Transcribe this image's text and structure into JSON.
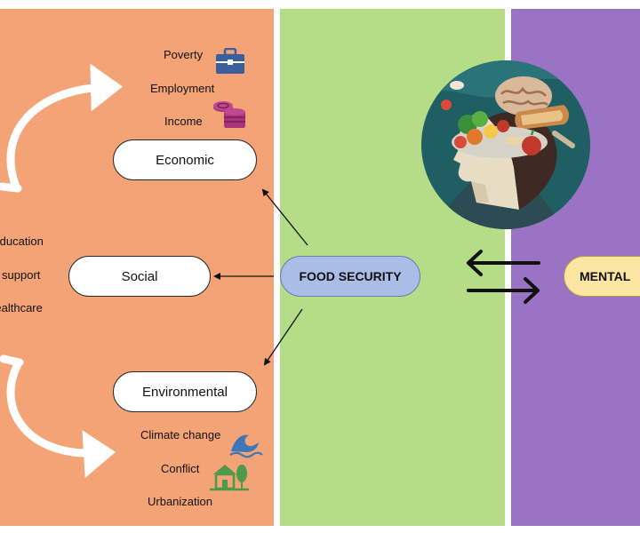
{
  "center": {
    "label": "FOOD SECURITY",
    "color": "#a9bde6"
  },
  "outcome": {
    "label": "MENTAL",
    "color": "#fbe5a0"
  },
  "panels": {
    "left_color": "#f3a375",
    "middle_color": "#b5dc87",
    "right_color": "#9b73c4"
  },
  "determinants": {
    "economic": {
      "label": "Economic",
      "items": [
        "Poverty",
        "Employment",
        "Income"
      ]
    },
    "social": {
      "label": "Social",
      "items": [
        "Education",
        "Social support",
        "Healthcare"
      ]
    },
    "environmental": {
      "label": "Environmental",
      "items": [
        "Climate change",
        "Conflict",
        "Urbanization"
      ]
    }
  },
  "icons": {
    "poverty": "briefcase-icon",
    "income": "coins-icon",
    "climate": "wave-icon",
    "conflict": "house-tree-icon",
    "portrait": "head-with-food-illustration"
  }
}
